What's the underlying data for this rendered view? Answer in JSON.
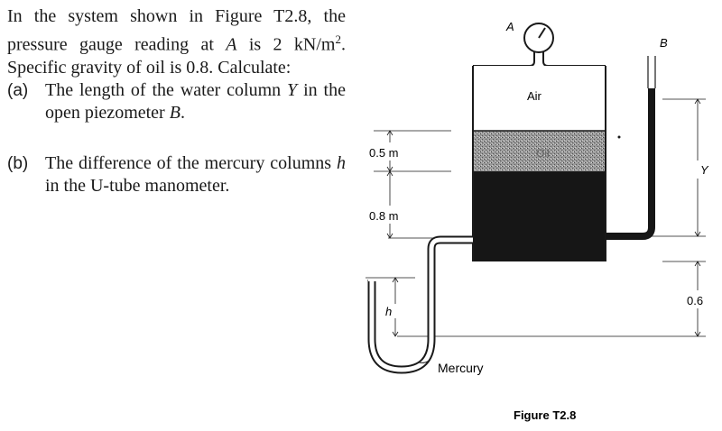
{
  "problem": {
    "intro_1": "In the system shown in Figure T2.8, the pressure gauge reading at ",
    "gauge_point": "A",
    "intro_2": " is 2 kN/m",
    "intro_sup": "2",
    "intro_3": ". Specific gravity of oil is 0.8. Calculate:",
    "part_a": {
      "label": "(a)",
      "text_1": "The length of the water column ",
      "var_y": "Y",
      "text_2": " in the open piezometer ",
      "var_b": "B",
      "text_3": "."
    },
    "part_b": {
      "label": "(b)",
      "text_1": "The difference of the mercury columns ",
      "var_h": "h",
      "text_2": " in the U-tube manometer."
    }
  },
  "figure": {
    "label_a": "A",
    "label_b": "B",
    "label_air": "Air",
    "label_oil": "Oil",
    "dim_oil": "0.5 m",
    "dim_water": "0.8 m",
    "dim_y": "Y",
    "dim_06": "0.6",
    "label_h": "h",
    "label_mercury": "Mercury",
    "caption": "Figure T2.8"
  },
  "colors": {
    "ink": "#1a1a1a",
    "water": "#161616",
    "oil": "#8c8c8c"
  }
}
